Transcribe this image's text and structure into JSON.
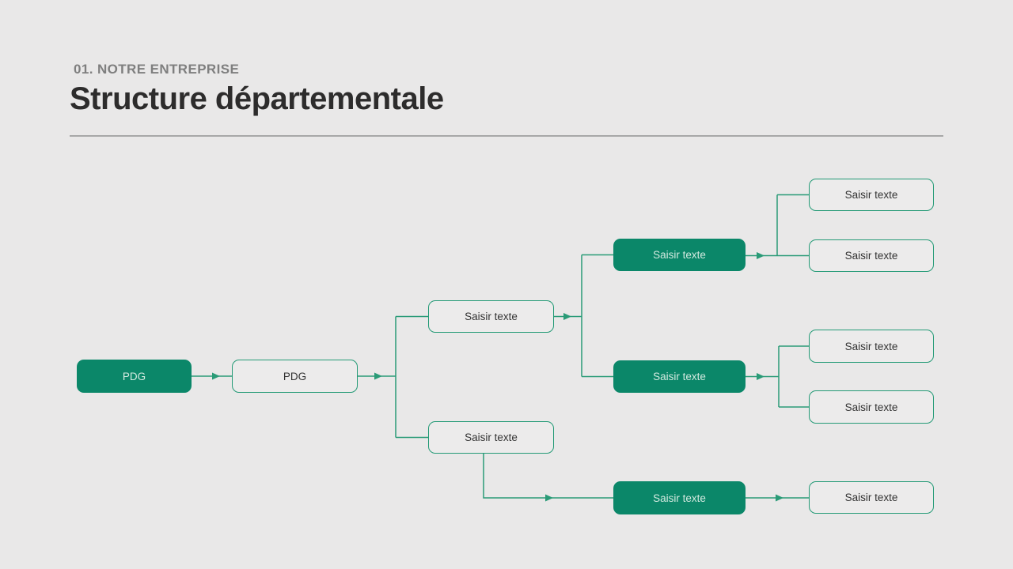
{
  "slide": {
    "eyebrow": "01. NOTRE ENTREPRISE",
    "title": "Structure départementale"
  },
  "colors": {
    "background": "#e9e8e8",
    "accent_green": "#0b8769",
    "outline_green": "#249a76",
    "connector_green": "#2a9b77",
    "node_fill_light": "#ecebeb",
    "text_dark": "#333333",
    "text_on_green": "#d3eae0",
    "eyebrow_gray": "#7f7f7f",
    "divider_gray": "#a7a7a7"
  },
  "org_chart": {
    "nodes": [
      {
        "id": "ceo-primary",
        "label": "PDG",
        "style": "filled",
        "level": 1
      },
      {
        "id": "ceo-secondary",
        "label": "PDG",
        "style": "outlined",
        "level": 2
      },
      {
        "id": "branch-top",
        "label": "Saisir texte",
        "style": "outlined",
        "level": 3
      },
      {
        "id": "branch-bottom",
        "label": "Saisir texte",
        "style": "outlined",
        "level": 3
      },
      {
        "id": "dept-1",
        "label": "Saisir texte",
        "style": "filled",
        "level": 4
      },
      {
        "id": "dept-2",
        "label": "Saisir texte",
        "style": "filled",
        "level": 4
      },
      {
        "id": "dept-3",
        "label": "Saisir texte",
        "style": "filled",
        "level": 4
      },
      {
        "id": "team-1a",
        "label": "Saisir texte",
        "style": "outlined",
        "level": 5
      },
      {
        "id": "team-1b",
        "label": "Saisir texte",
        "style": "outlined",
        "level": 5
      },
      {
        "id": "team-2a",
        "label": "Saisir texte",
        "style": "outlined",
        "level": 5
      },
      {
        "id": "team-2b",
        "label": "Saisir texte",
        "style": "outlined",
        "level": 5
      },
      {
        "id": "team-3a",
        "label": "Saisir texte",
        "style": "outlined",
        "level": 5
      }
    ],
    "edges": [
      {
        "from": "ceo-primary",
        "to": "ceo-secondary"
      },
      {
        "from": "ceo-secondary",
        "to": "branch-top"
      },
      {
        "from": "ceo-secondary",
        "to": "branch-bottom"
      },
      {
        "from": "branch-top",
        "to": "dept-1"
      },
      {
        "from": "branch-top",
        "to": "dept-2"
      },
      {
        "from": "branch-bottom",
        "to": "dept-3"
      },
      {
        "from": "dept-1",
        "to": "team-1a"
      },
      {
        "from": "dept-1",
        "to": "team-1b"
      },
      {
        "from": "dept-2",
        "to": "team-2a"
      },
      {
        "from": "dept-2",
        "to": "team-2b"
      },
      {
        "from": "dept-3",
        "to": "team-3a"
      }
    ]
  }
}
